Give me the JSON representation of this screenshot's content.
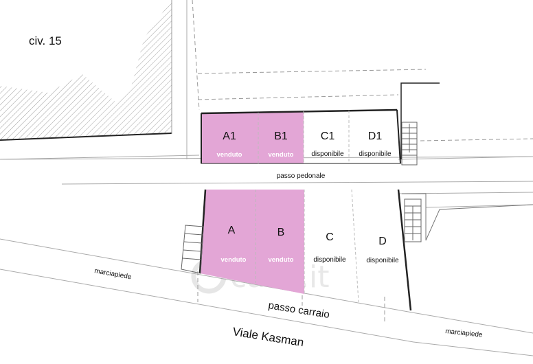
{
  "civ_label": "civ. 15",
  "colors": {
    "sold": "#e3a6d6",
    "available": "#ffffff",
    "line": "#222222"
  },
  "upper_row": [
    {
      "code": "A1",
      "status": "venduto"
    },
    {
      "code": "B1",
      "status": "venduto"
    },
    {
      "code": "C1",
      "status": "disponibile"
    },
    {
      "code": "D1",
      "status": "disponibile"
    }
  ],
  "lower_row": [
    {
      "code": "A",
      "status": "venduto"
    },
    {
      "code": "B",
      "status": "venduto"
    },
    {
      "code": "C",
      "status": "disponibile"
    },
    {
      "code": "D",
      "status": "disponibile"
    }
  ],
  "labels": {
    "passo_pedonale": "passo pedonale",
    "passo_carraio": "passo carraio",
    "marciapiede_left": "marciapiede",
    "marciapiede_right": "marciapiede",
    "street": "Viale Kasman"
  },
  "watermark": "casa.it"
}
